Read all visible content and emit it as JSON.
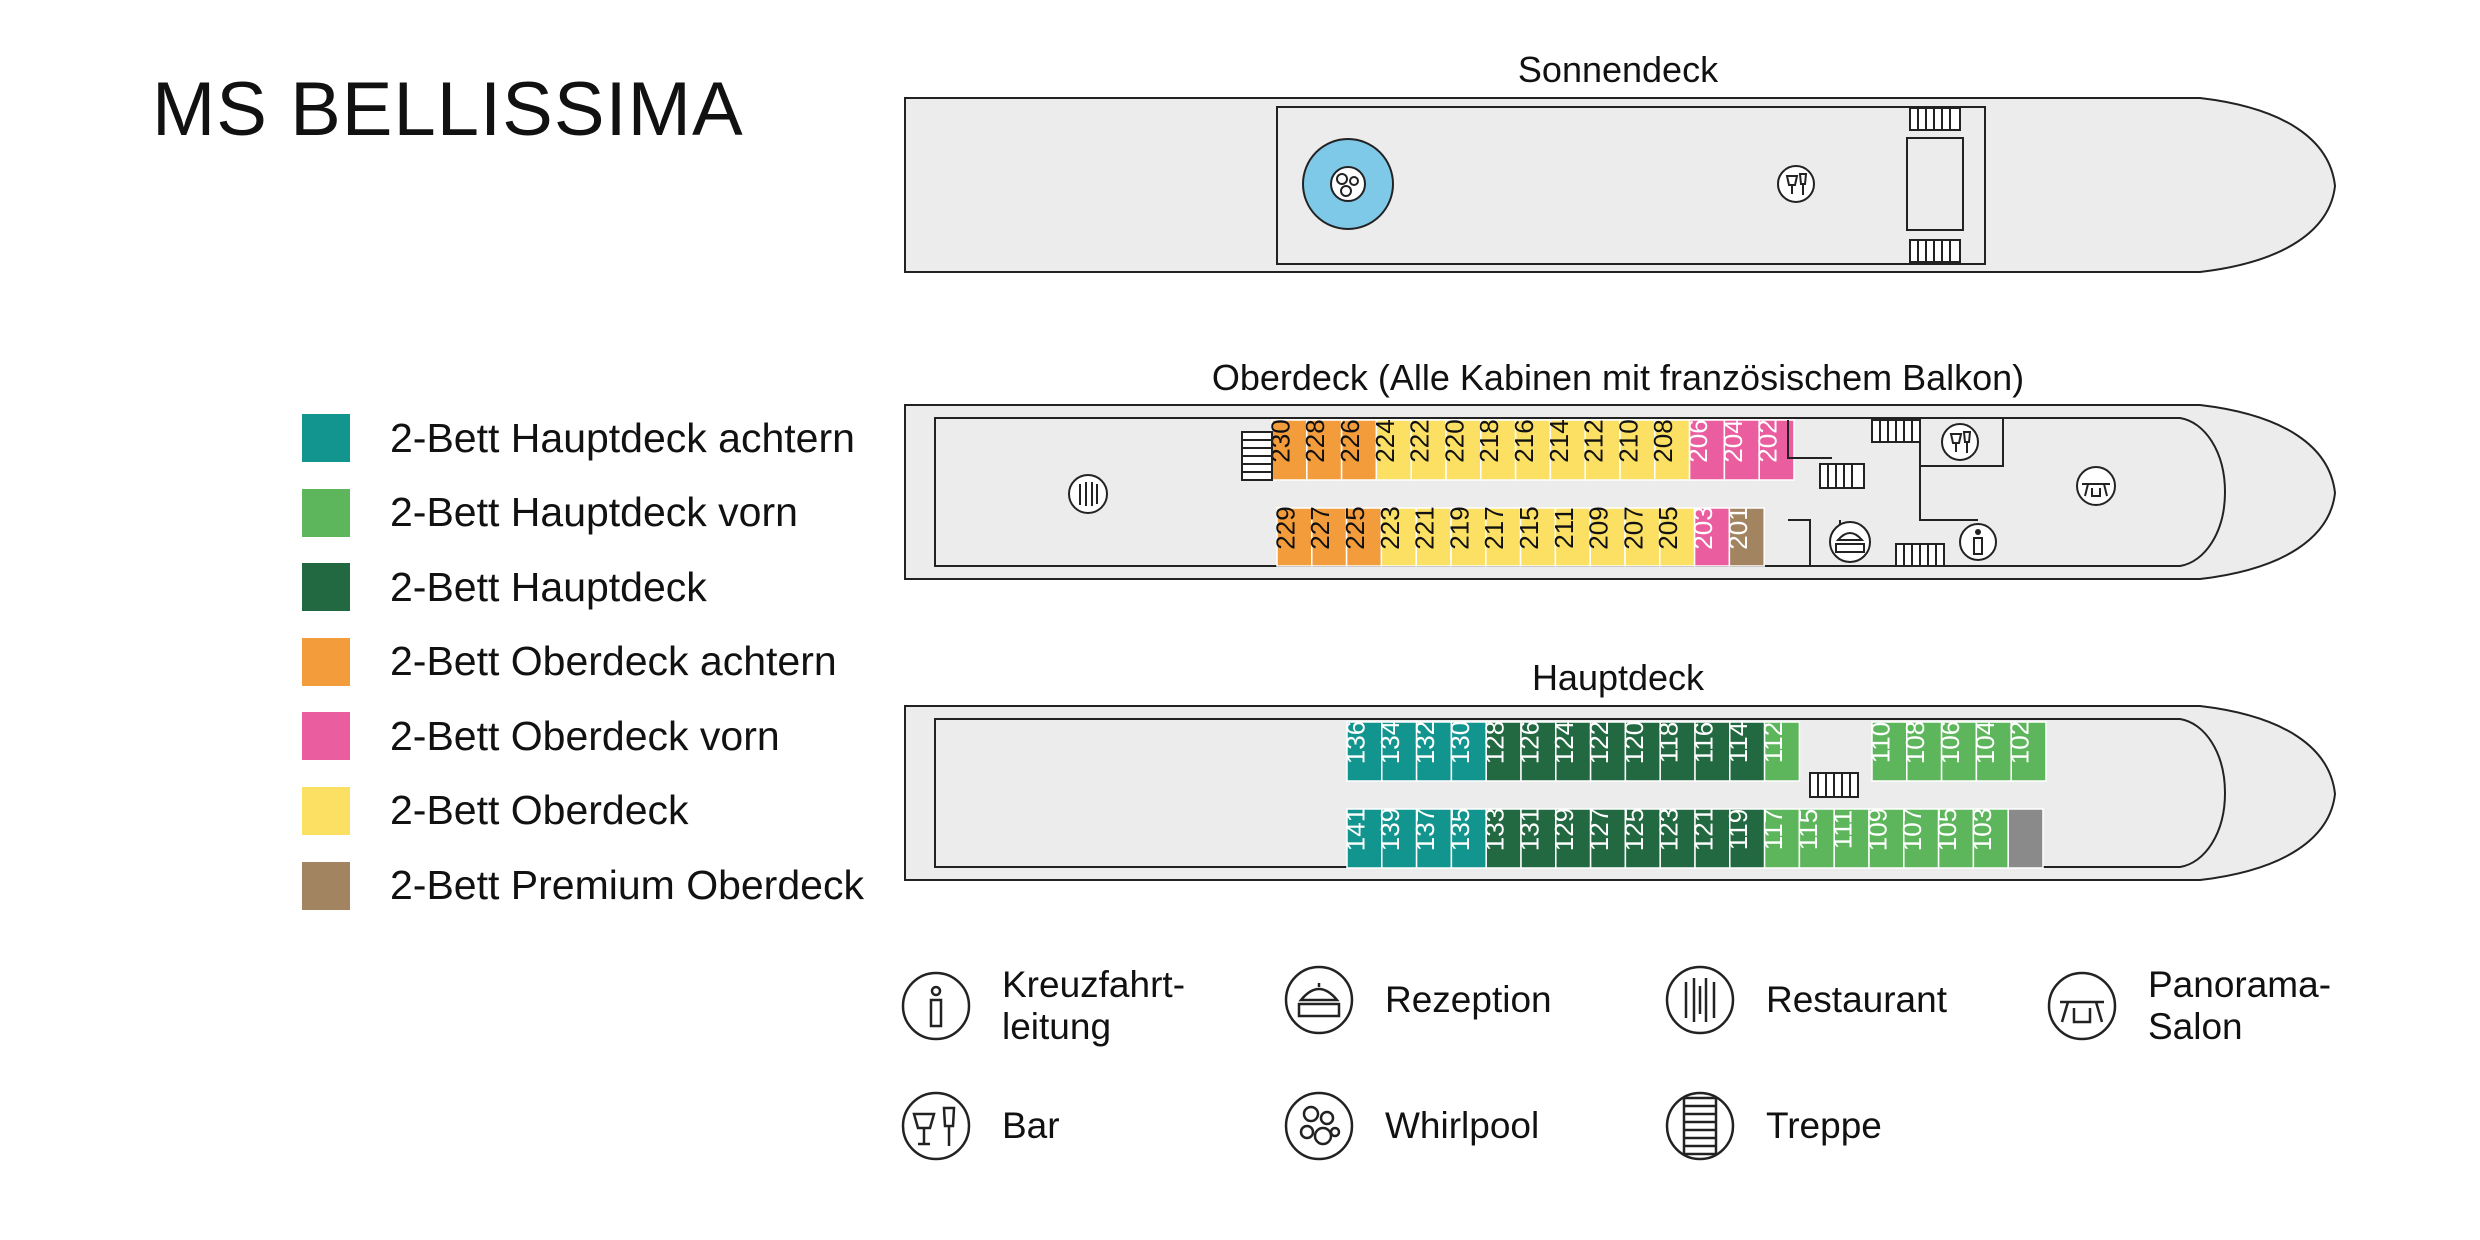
{
  "title": "MS BELLISSIMA",
  "colors": {
    "hauptdeck_achtern": "#13958f",
    "hauptdeck_vorn": "#5db65b",
    "hauptdeck": "#226841",
    "oberdeck_achtern": "#f39c3b",
    "oberdeck_vorn": "#ea5d9f",
    "oberdeck": "#fbe064",
    "premium_oberdeck": "#a38461",
    "hull": "#ececec",
    "pool": "#7ec8e8",
    "grey_block": "#8a8a8a"
  },
  "legend": [
    {
      "label": "2-Bett Hauptdeck achtern",
      "color": "#13958f"
    },
    {
      "label": "2-Bett Hauptdeck vorn",
      "color": "#5db65b"
    },
    {
      "label": "2-Bett Hauptdeck",
      "color": "#226841"
    },
    {
      "label": "2-Bett Oberdeck achtern",
      "color": "#f39c3b"
    },
    {
      "label": "2-Bett Oberdeck vorn",
      "color": "#ea5d9f"
    },
    {
      "label": "2-Bett Oberdeck",
      "color": "#fbe064"
    },
    {
      "label": "2-Bett Premium Oberdeck",
      "color": "#a38461"
    }
  ],
  "decks": {
    "sonnendeck": {
      "title": "Sonnendeck",
      "icons": [
        "whirlpool-icon",
        "bar-icon",
        "stairs-icon"
      ]
    },
    "oberdeck": {
      "title": "Oberdeck (Alle Kabinen mit französischem Balkon)",
      "top_row": [
        {
          "num": "230",
          "cat": "oberdeck_achtern"
        },
        {
          "num": "228",
          "cat": "oberdeck_achtern"
        },
        {
          "num": "226",
          "cat": "oberdeck_achtern"
        },
        {
          "num": "224",
          "cat": "oberdeck"
        },
        {
          "num": "222",
          "cat": "oberdeck"
        },
        {
          "num": "220",
          "cat": "oberdeck"
        },
        {
          "num": "218",
          "cat": "oberdeck"
        },
        {
          "num": "216",
          "cat": "oberdeck"
        },
        {
          "num": "214",
          "cat": "oberdeck"
        },
        {
          "num": "212",
          "cat": "oberdeck"
        },
        {
          "num": "210",
          "cat": "oberdeck"
        },
        {
          "num": "208",
          "cat": "oberdeck"
        },
        {
          "num": "206",
          "cat": "oberdeck_vorn"
        },
        {
          "num": "204",
          "cat": "oberdeck_vorn"
        },
        {
          "num": "202",
          "cat": "oberdeck_vorn"
        }
      ],
      "bottom_row": [
        {
          "num": "229",
          "cat": "oberdeck_achtern"
        },
        {
          "num": "227",
          "cat": "oberdeck_achtern"
        },
        {
          "num": "225",
          "cat": "oberdeck_achtern"
        },
        {
          "num": "223",
          "cat": "oberdeck"
        },
        {
          "num": "221",
          "cat": "oberdeck"
        },
        {
          "num": "219",
          "cat": "oberdeck"
        },
        {
          "num": "217",
          "cat": "oberdeck"
        },
        {
          "num": "215",
          "cat": "oberdeck"
        },
        {
          "num": "211",
          "cat": "oberdeck"
        },
        {
          "num": "209",
          "cat": "oberdeck"
        },
        {
          "num": "207",
          "cat": "oberdeck"
        },
        {
          "num": "205",
          "cat": "oberdeck"
        },
        {
          "num": "203",
          "cat": "oberdeck_vorn"
        },
        {
          "num": "201",
          "cat": "premium_oberdeck"
        }
      ]
    },
    "hauptdeck": {
      "title": "Hauptdeck",
      "top_row": [
        {
          "num": "136",
          "cat": "hauptdeck_achtern"
        },
        {
          "num": "134",
          "cat": "hauptdeck_achtern"
        },
        {
          "num": "132",
          "cat": "hauptdeck_achtern"
        },
        {
          "num": "130",
          "cat": "hauptdeck_achtern"
        },
        {
          "num": "128",
          "cat": "hauptdeck"
        },
        {
          "num": "126",
          "cat": "hauptdeck"
        },
        {
          "num": "124",
          "cat": "hauptdeck"
        },
        {
          "num": "122",
          "cat": "hauptdeck"
        },
        {
          "num": "120",
          "cat": "hauptdeck"
        },
        {
          "num": "118",
          "cat": "hauptdeck"
        },
        {
          "num": "116",
          "cat": "hauptdeck"
        },
        {
          "num": "114",
          "cat": "hauptdeck"
        },
        {
          "num": "112",
          "cat": "hauptdeck_vorn"
        }
      ],
      "top_row_fore": [
        {
          "num": "110",
          "cat": "hauptdeck_vorn"
        },
        {
          "num": "108",
          "cat": "hauptdeck_vorn"
        },
        {
          "num": "106",
          "cat": "hauptdeck_vorn"
        },
        {
          "num": "104",
          "cat": "hauptdeck_vorn"
        },
        {
          "num": "102",
          "cat": "hauptdeck_vorn"
        }
      ],
      "bottom_row": [
        {
          "num": "141",
          "cat": "hauptdeck_achtern"
        },
        {
          "num": "139",
          "cat": "hauptdeck_achtern"
        },
        {
          "num": "137",
          "cat": "hauptdeck_achtern"
        },
        {
          "num": "135",
          "cat": "hauptdeck_achtern"
        },
        {
          "num": "133",
          "cat": "hauptdeck"
        },
        {
          "num": "131",
          "cat": "hauptdeck"
        },
        {
          "num": "129",
          "cat": "hauptdeck"
        },
        {
          "num": "127",
          "cat": "hauptdeck"
        },
        {
          "num": "125",
          "cat": "hauptdeck"
        },
        {
          "num": "123",
          "cat": "hauptdeck"
        },
        {
          "num": "121",
          "cat": "hauptdeck"
        },
        {
          "num": "119",
          "cat": "hauptdeck"
        },
        {
          "num": "117",
          "cat": "hauptdeck_vorn"
        },
        {
          "num": "115",
          "cat": "hauptdeck_vorn"
        },
        {
          "num": "111",
          "cat": "hauptdeck_vorn"
        },
        {
          "num": "109",
          "cat": "hauptdeck_vorn"
        },
        {
          "num": "107",
          "cat": "hauptdeck_vorn"
        },
        {
          "num": "105",
          "cat": "hauptdeck_vorn"
        },
        {
          "num": "103",
          "cat": "hauptdeck_vorn"
        },
        {
          "num": "",
          "cat": "grey_block"
        }
      ]
    }
  },
  "icon_legend": [
    {
      "icon": "info-icon",
      "label": "Kreuzfahrt-\nleitung"
    },
    {
      "icon": "reception-icon",
      "label": "Rezeption"
    },
    {
      "icon": "restaurant-icon",
      "label": "Restaurant"
    },
    {
      "icon": "salon-icon",
      "label": "Panorama-\nSalon"
    },
    {
      "icon": "bar-icon",
      "label": "Bar"
    },
    {
      "icon": "whirlpool-icon",
      "label": "Whirlpool"
    },
    {
      "icon": "stairs-icon",
      "label": "Treppe"
    }
  ]
}
